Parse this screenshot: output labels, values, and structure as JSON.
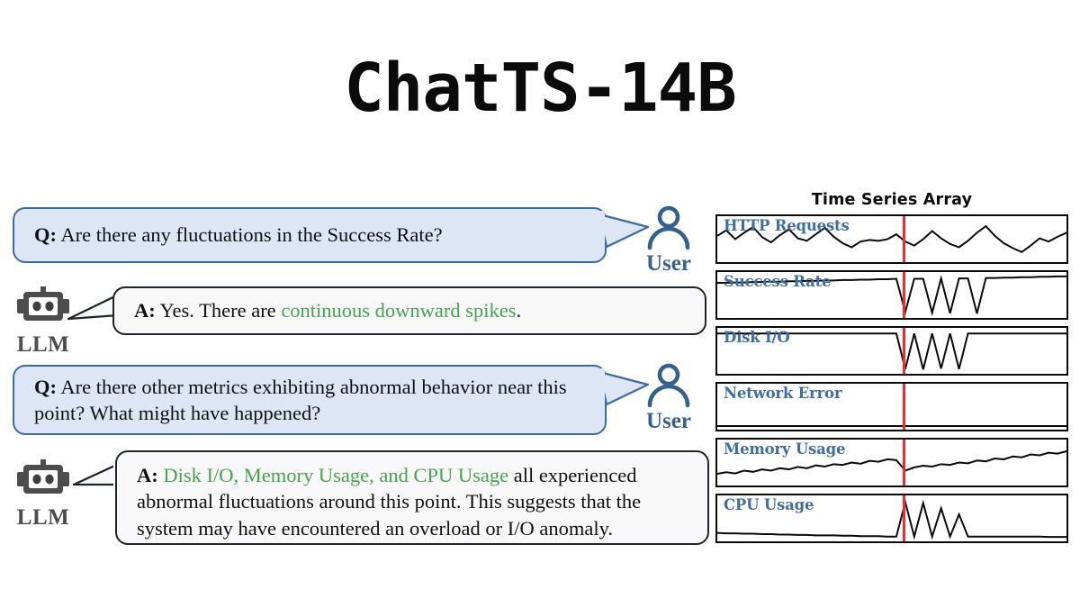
{
  "title": "ChatTS-14B",
  "conversation": [
    {
      "role": "user",
      "role_label": "User",
      "avatar_icon": "person-icon",
      "lead": "Q:",
      "segments": [
        {
          "text": " Are there any fluctuations in the Success Rate?",
          "highlight": false
        }
      ]
    },
    {
      "role": "llm",
      "role_label": "LLM",
      "avatar_icon": "robot-icon",
      "lead": "A:",
      "segments": [
        {
          "text": " Yes. There are ",
          "highlight": false
        },
        {
          "text": "continuous downward spikes",
          "highlight": true
        },
        {
          "text": ".",
          "highlight": false
        }
      ]
    },
    {
      "role": "user",
      "role_label": "User",
      "avatar_icon": "person-icon",
      "lead": "Q:",
      "segments": [
        {
          "text": " Are there other metrics exhibiting abnormal behavior near this point? What might have happened?",
          "highlight": false
        }
      ]
    },
    {
      "role": "llm",
      "role_label": "LLM",
      "avatar_icon": "robot-icon",
      "lead": "A:",
      "segments": [
        {
          "text": " Disk I/O, Memory Usage, and CPU Usage",
          "highlight": true
        },
        {
          "text": " all experienced abnormal fluctuations around this point. This suggests that the system may have encountered an overload or I/O anomaly.",
          "highlight": false
        }
      ]
    }
  ],
  "time_series": {
    "title": "Time Series Array",
    "marker_label": "anomaly-marker",
    "marker_color": "#ef2d2d",
    "label_color": "#3e6ea4",
    "line_color": "#0a0a0a",
    "marker_position_pct": 53,
    "series": [
      {
        "name": "HTTP Requests",
        "pattern": "oscillating",
        "anomaly": "none"
      },
      {
        "name": "Success Rate",
        "pattern": "high-flat-rising",
        "anomaly": "downward-spikes"
      },
      {
        "name": "Disk I/O",
        "pattern": "high-flat",
        "anomaly": "downward-spikes"
      },
      {
        "name": "Network Error",
        "pattern": "flat-zero",
        "anomaly": "none"
      },
      {
        "name": "Memory Usage",
        "pattern": "noisy-upward-trend",
        "anomaly": "dip"
      },
      {
        "name": "CPU Usage",
        "pattern": "low-flat-declining",
        "anomaly": "upward-spikes"
      }
    ]
  },
  "chart_data": {
    "type": "line",
    "title": "Time Series Array",
    "xlabel": "",
    "ylabel": "",
    "grid": false,
    "legend": "inside-top-left",
    "annotations": [
      {
        "type": "vline",
        "x_pct": 53,
        "color": "#ef2d2d",
        "label": "anomaly point"
      }
    ],
    "series": [
      {
        "name": "HTTP Requests",
        "ylim": [
          0,
          1
        ],
        "values": [
          0.58,
          0.72,
          0.5,
          0.66,
          0.8,
          0.55,
          0.42,
          0.6,
          0.74,
          0.52,
          0.46,
          0.62,
          0.78,
          0.56,
          0.4,
          0.3,
          0.44,
          0.48,
          0.46,
          0.5,
          0.62,
          0.44,
          0.34,
          0.5,
          0.7,
          0.52,
          0.38,
          0.3,
          0.46,
          0.66,
          0.82,
          0.58,
          0.4,
          0.28,
          0.18,
          0.34,
          0.52,
          0.44,
          0.56,
          0.66
        ]
      },
      {
        "name": "Success Rate",
        "ylim": [
          0,
          1
        ],
        "values": [
          0.8,
          0.8,
          0.81,
          0.81,
          0.82,
          0.82,
          0.83,
          0.83,
          0.84,
          0.84,
          0.85,
          0.85,
          0.86,
          0.86,
          0.87,
          0.87,
          0.88,
          0.88,
          0.89,
          0.89,
          0.9,
          0.08,
          0.9,
          0.9,
          0.06,
          0.91,
          0.05,
          0.91,
          0.91,
          0.04,
          0.92,
          0.92,
          0.93,
          0.93,
          0.94,
          0.94,
          0.95,
          0.95,
          0.96,
          0.96
        ]
      },
      {
        "name": "Disk I/O",
        "ylim": [
          0,
          1
        ],
        "values": [
          0.93,
          0.93,
          0.93,
          0.93,
          0.93,
          0.93,
          0.93,
          0.93,
          0.93,
          0.93,
          0.93,
          0.93,
          0.93,
          0.93,
          0.93,
          0.93,
          0.93,
          0.93,
          0.93,
          0.93,
          0.93,
          0.05,
          0.93,
          0.04,
          0.93,
          0.06,
          0.93,
          0.05,
          0.93,
          0.93,
          0.93,
          0.93,
          0.93,
          0.93,
          0.93,
          0.93,
          0.93,
          0.93,
          0.93,
          0.93
        ]
      },
      {
        "name": "Network Error",
        "ylim": [
          0,
          1
        ],
        "values": [
          0.02,
          0.02,
          0.02,
          0.02,
          0.02,
          0.02,
          0.02,
          0.02,
          0.02,
          0.02,
          0.02,
          0.02,
          0.02,
          0.02,
          0.02,
          0.02,
          0.02,
          0.02,
          0.02,
          0.02,
          0.02,
          0.02,
          0.02,
          0.02,
          0.02,
          0.02,
          0.02,
          0.02,
          0.02,
          0.02,
          0.02,
          0.02,
          0.02,
          0.02,
          0.02,
          0.02,
          0.02,
          0.02,
          0.02,
          0.02
        ]
      },
      {
        "name": "Memory Usage",
        "ylim": [
          0,
          1
        ],
        "values": [
          0.22,
          0.26,
          0.23,
          0.3,
          0.27,
          0.33,
          0.3,
          0.36,
          0.33,
          0.39,
          0.36,
          0.43,
          0.4,
          0.46,
          0.44,
          0.5,
          0.47,
          0.54,
          0.52,
          0.58,
          0.56,
          0.3,
          0.38,
          0.42,
          0.4,
          0.46,
          0.44,
          0.5,
          0.48,
          0.55,
          0.53,
          0.6,
          0.58,
          0.65,
          0.63,
          0.7,
          0.68,
          0.74,
          0.72,
          0.78
        ]
      },
      {
        "name": "CPU Usage",
        "ylim": [
          0,
          1
        ],
        "values": [
          0.14,
          0.13,
          0.13,
          0.12,
          0.12,
          0.11,
          0.11,
          0.1,
          0.1,
          0.09,
          0.09,
          0.08,
          0.08,
          0.08,
          0.07,
          0.07,
          0.06,
          0.06,
          0.06,
          0.05,
          0.05,
          0.9,
          0.05,
          0.88,
          0.05,
          0.75,
          0.05,
          0.6,
          0.05,
          0.05,
          0.05,
          0.05,
          0.05,
          0.05,
          0.05,
          0.05,
          0.05,
          0.04,
          0.04,
          0.04
        ]
      }
    ]
  }
}
